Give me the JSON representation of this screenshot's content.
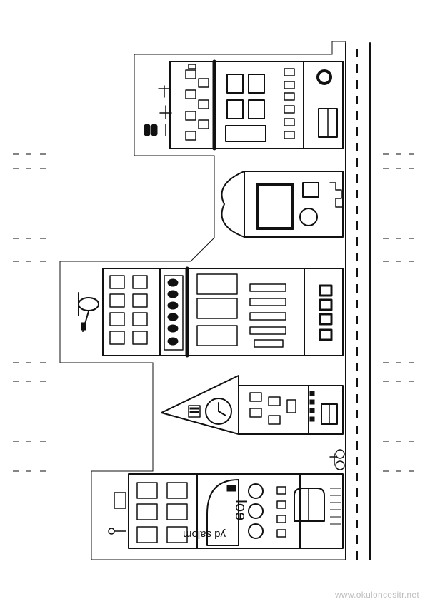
{
  "sign": {
    "small": "yd salom",
    "large": "loɘ"
  },
  "watermark": "www.okuloncesitr.net"
}
